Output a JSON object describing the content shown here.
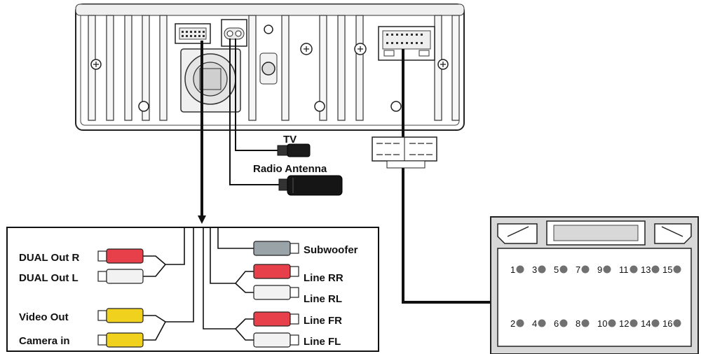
{
  "labels": {
    "tv": "TV",
    "radio_antenna": "Radio Antenna",
    "dual_out_r": "DUAL Out R",
    "dual_out_l": "DUAL Out L",
    "video_out": "Video Out",
    "camera_in": "Camera in",
    "subwoofer": "Subwoofer",
    "line_rr": "Line RR",
    "line_rl": "Line RL",
    "line_fr": "Line FR",
    "line_fl": "Line FL"
  },
  "connector_pins": {
    "top_row": [
      "1",
      "3",
      "5",
      "7",
      "9",
      "11",
      "13",
      "15"
    ],
    "bottom_row": [
      "2",
      "4",
      "6",
      "8",
      "10",
      "12",
      "14",
      "16"
    ]
  },
  "colors": {
    "rca_red": "#e8404a",
    "rca_white": "#f2f2f2",
    "rca_yellow": "#f0d21e",
    "rca_gray": "#9aa3a8",
    "connector_gray": "#d8d8d8",
    "pin_gray": "#707070"
  }
}
